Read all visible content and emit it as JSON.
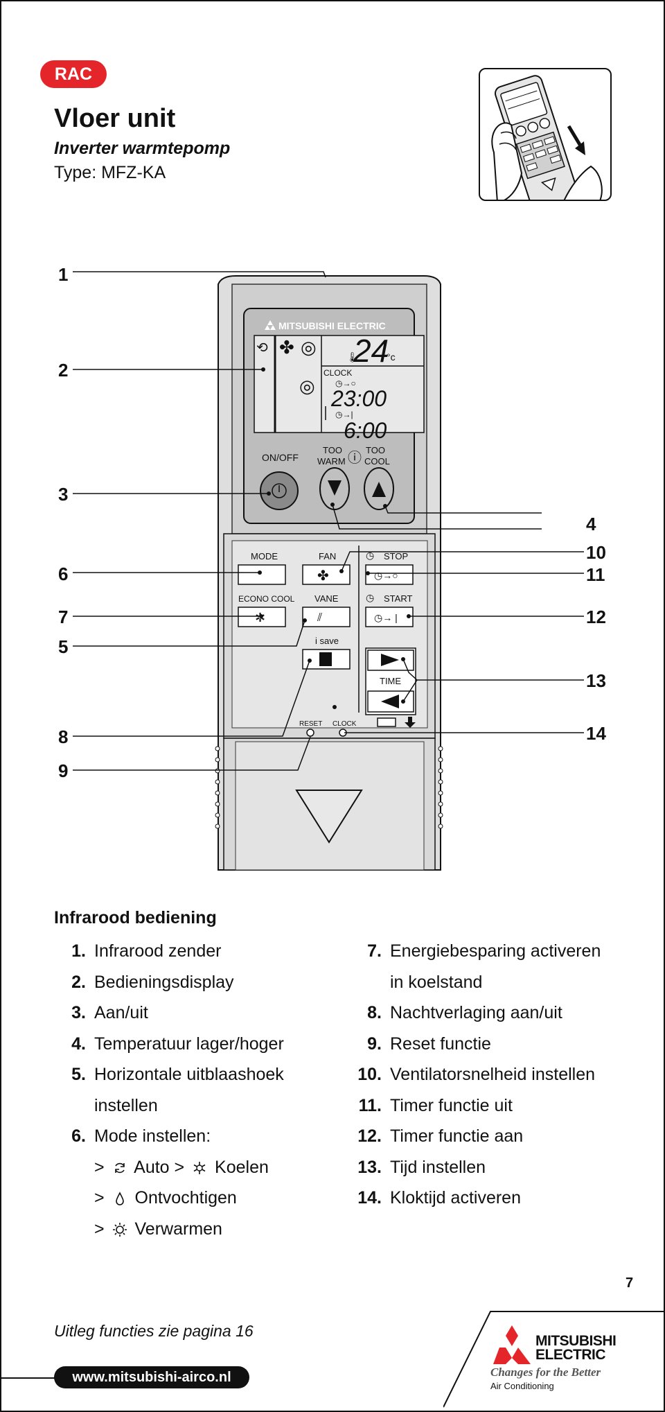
{
  "header": {
    "badge": "RAC",
    "title": "Vloer unit",
    "subtitle": "Inverter warmtepomp",
    "type": "Type: MFZ-KA"
  },
  "remote": {
    "brand": "MITSUBISHI ELECTRIC",
    "display": {
      "temperature": "24",
      "unit": "°c",
      "clock_label": "CLOCK",
      "time_off": "23:00",
      "time_on": "6:00"
    },
    "buttons": {
      "on_off": "ON/OFF",
      "too_warm_line1": "TOO",
      "too_warm_line2": "WARM",
      "too_cool_line1": "TOO",
      "too_cool_line2": "COOL",
      "mode": "MODE",
      "fan": "FAN",
      "stop": "STOP",
      "econo_cool": "ECONO COOL",
      "vane": "VANE",
      "start": "START",
      "i_save": "i save",
      "time": "TIME",
      "reset": "RESET",
      "clock": "CLOCK"
    },
    "callouts": [
      "1",
      "2",
      "3",
      "4",
      "5",
      "6",
      "7",
      "8",
      "9",
      "10",
      "11",
      "12",
      "13",
      "14"
    ]
  },
  "legend": {
    "title": "Infrarood bediening",
    "left": [
      {
        "num": "1.",
        "text": "Infrarood zender"
      },
      {
        "num": "2.",
        "text": "Bedieningsdisplay"
      },
      {
        "num": "3.",
        "text": "Aan/uit"
      },
      {
        "num": "4.",
        "text": "Temperatuur lager/hoger"
      },
      {
        "num": "5.",
        "text": "Horizontale uitblaashoek"
      },
      {
        "num": "",
        "text": "instellen"
      },
      {
        "num": "6.",
        "text": "Mode instellen:"
      }
    ],
    "mode_lines": [
      {
        "prefix": ">",
        "icon": "auto-icon",
        "a": "Auto",
        "sep": ">",
        "icon2": "cool-icon",
        "b": "Koelen"
      },
      {
        "prefix": ">",
        "icon": "dry-icon",
        "a": "Ontvochtigen"
      },
      {
        "prefix": ">",
        "icon": "heat-icon",
        "a": "Verwarmen"
      }
    ],
    "right": [
      {
        "num": "7.",
        "text": "Energiebesparing activeren"
      },
      {
        "num": "",
        "text": "in koelstand"
      },
      {
        "num": "8.",
        "text": "Nachtverlaging aan/uit"
      },
      {
        "num": "9.",
        "text": "Reset functie"
      },
      {
        "num": "10.",
        "text": "Ventilatorsnelheid instellen"
      },
      {
        "num": "11.",
        "text": "Timer functie uit"
      },
      {
        "num": "12.",
        "text": "Timer functie aan"
      },
      {
        "num": "13.",
        "text": "Tijd instellen"
      },
      {
        "num": "14.",
        "text": "Kloktijd activeren"
      }
    ]
  },
  "footer": {
    "page_number": "7",
    "note": "Uitleg functies zie pagina 16",
    "url": "www.mitsubishi-airco.nl",
    "brand_line1": "MITSUBISHI",
    "brand_line2": "ELECTRIC",
    "tagline": "Changes for the Better",
    "sub_brand": "Air Conditioning"
  },
  "colors": {
    "accent_red": "#e4262b",
    "remote_body": "#d9d9d9",
    "remote_panel": "#c8c8c8",
    "text": "#111111"
  }
}
